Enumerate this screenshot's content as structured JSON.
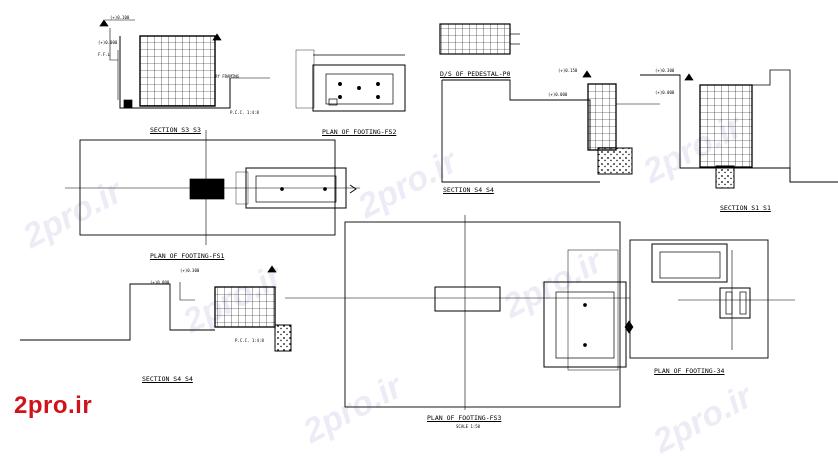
{
  "watermark": {
    "text": "2pro.ir",
    "logo_color": "#d0121a"
  },
  "labels": {
    "section_s3_top": "SECTION S3 S3",
    "plan_fs2": "PLAN OF FOOTING-FS2",
    "pedestal": "D/S OF PEDESTAL-P0",
    "section_s4_s4": "SECTION S4 S4",
    "section_s1_s1": "SECTION S1 S1",
    "plan_fs1": "PLAN OF FOOTING-FS1",
    "section_s4_bottom": "SECTION S4 S4",
    "plan_fs3": "PLAN OF FOOTING-FS3",
    "plan_34": "PLAN OF FOOTING-34"
  },
  "levels": {
    "l1": "(+)0.100",
    "l2": "(+)0.000",
    "ffl": "F.F.L",
    "l3": "(+)0.150",
    "l4": "(+)0.000",
    "l5": "(+)0.300",
    "l6": "(+)0.000",
    "l7": "(+)0.000",
    "l8": "(+)0.300"
  },
  "notes": {
    "pcc": "P.C.C. 1:4:8",
    "rf": "Rf FRAMING",
    "scale": "SCALE 1:50",
    "pcc2": "P.C.C. 1:4:8"
  }
}
